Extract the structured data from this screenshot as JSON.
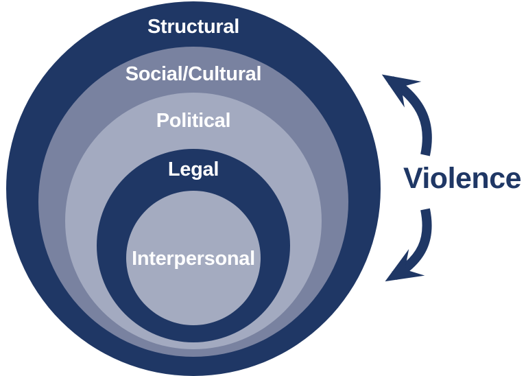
{
  "diagram": {
    "title": "Levels of violence nested-circles diagram",
    "background_color": "#ffffff",
    "accent_color": "#1f3765",
    "label_color": "#ffffff",
    "rings": [
      {
        "label": "Structural",
        "color": "#1f3765"
      },
      {
        "label": "Social/Cultural",
        "color": "#7982a0"
      },
      {
        "label": "Political",
        "color": "#a3aac0"
      },
      {
        "label": "Legal",
        "color": "#1f3765"
      },
      {
        "label": "Interpersonal",
        "color": "#a4abc0"
      }
    ],
    "side_label": "Violence",
    "arrows": [
      {
        "icon": "curved-arrow-up"
      },
      {
        "icon": "curved-arrow-down"
      }
    ]
  }
}
